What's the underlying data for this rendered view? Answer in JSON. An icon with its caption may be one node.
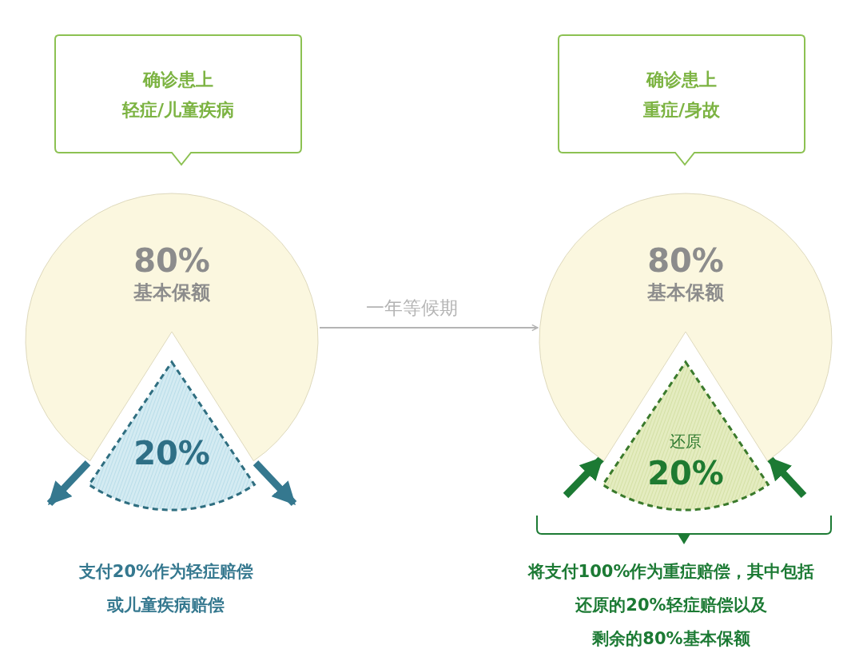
{
  "diagram": {
    "nodes": [
      {
        "text": [
          "确诊患上轻症/儿童疾病"
        ]
      },
      {
        "text": [
          "80%",
          "基本保额"
        ]
      },
      {
        "text": [
          "20%"
        ]
      },
      {
        "text": [
          "确诊患上重症/身故"
        ]
      },
      {
        "text": [
          "80%",
          "基本保额"
        ]
      },
      {
        "text": [
          "还原",
          "20%"
        ]
      }
    ],
    "edges": [
      {
        "from": 1,
        "to": 4,
        "arrow": "to",
        "label": "一年等候期",
        "color": "#b4b4b4"
      },
      {
        "from": 2,
        "to": null,
        "arrow": "to",
        "color": "#35788f"
      },
      {
        "from": 2,
        "to": null,
        "arrow": "to",
        "color": "#35788f"
      },
      {
        "from": null,
        "to": 5,
        "arrow": "to",
        "color": "#1c7a34"
      },
      {
        "from": null,
        "to": 5,
        "arrow": "to",
        "color": "#1c7a34"
      }
    ],
    "labels": [
      "支付20%作为轻症赔偿或儿童疾病赔偿",
      "将支付100%作为重症赔偿，其中包括还原的20%轻症赔偿以及剩余的80%基本保额"
    ]
  }
}
